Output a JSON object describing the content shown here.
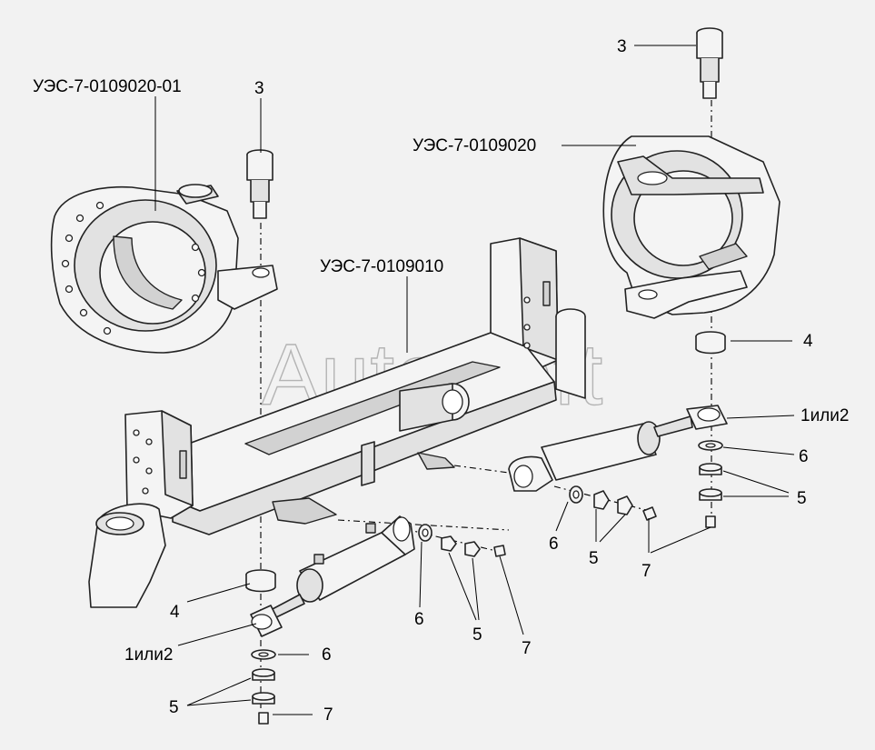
{
  "watermark": "AutoSoft",
  "callouts": {
    "knuckle_left": "УЭС-7-0109020-01",
    "knuckle_right": "УЭС-7-0109020",
    "axle_beam": "УЭС-7-0109010",
    "pin_left": "3",
    "pin_right": "3",
    "bushing_left": "4",
    "bushing_right": "4",
    "cyl_left_end": "1или2",
    "cyl_right_end": "1или2",
    "washer_bl": "6",
    "nuts_bl": "5",
    "fitting_bl": "7",
    "washer_lc": "6",
    "nuts_lc": "5",
    "fitting_lc": "7",
    "washer_rc": "6",
    "nuts_rc": "5",
    "fitting_rc": "7",
    "washer_r": "6",
    "nuts_r": "5"
  }
}
